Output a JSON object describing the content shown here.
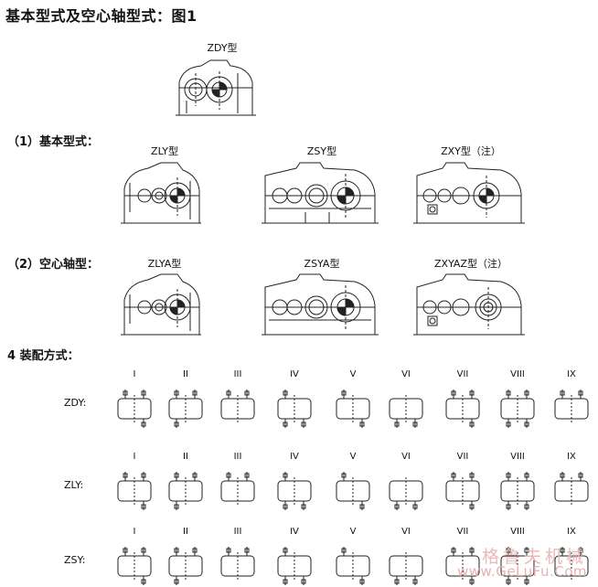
{
  "title": "基本型式及空心轴型式：图1",
  "top_model": "ZDY型",
  "sections": {
    "basic": "（1）基本型式：",
    "hollow": "（2）空心轴型：",
    "assembly": "4  装配方式："
  },
  "basic_models": [
    "ZLY型",
    "ZSY型",
    "ZXY型（注）"
  ],
  "hollow_models": [
    "ZLYA型",
    "ZSYA型",
    "ZXYAZ型（注）"
  ],
  "assembly_rows": [
    {
      "label": "ZDY:",
      "numerals": [
        "I",
        "II",
        "III",
        "IV",
        "V",
        "VI",
        "VII",
        "VIII",
        "IX"
      ]
    },
    {
      "label": "ZLY:",
      "numerals": [
        "I",
        "II",
        "III",
        "IV",
        "V",
        "VI",
        "VII",
        "VIII",
        "IX"
      ]
    },
    {
      "label": "ZSY:",
      "numerals": [
        "I",
        "II",
        "III",
        "IV",
        "V",
        "VI",
        "VII",
        "VIII",
        "IX"
      ]
    }
  ],
  "watermark": {
    "line1": "格鲁夫机械",
    "line2": "www.GeLuFu.Com"
  },
  "colors": {
    "ink": "#111111",
    "watermark": "#e2b2b2"
  }
}
